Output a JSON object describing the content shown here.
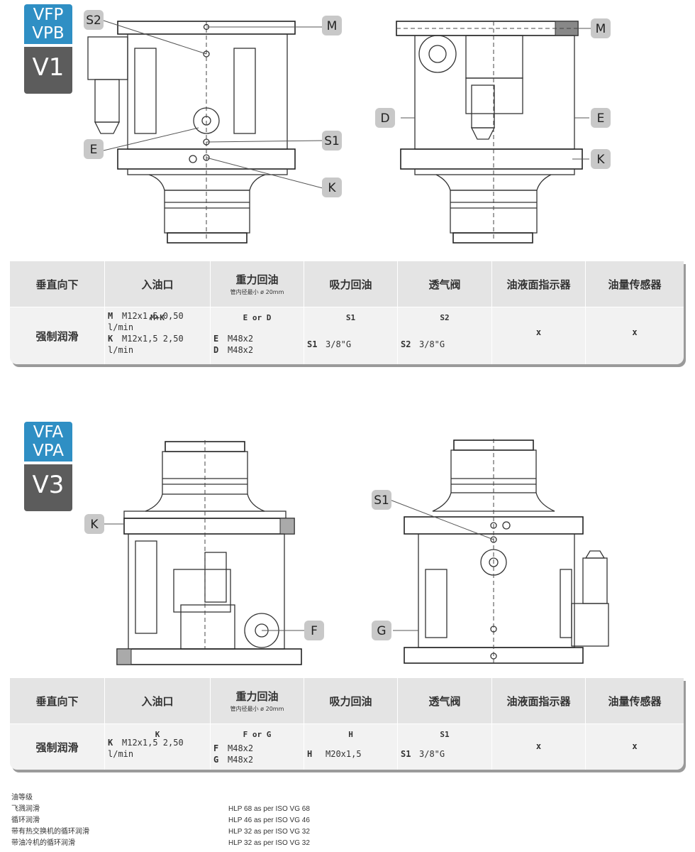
{
  "sections": [
    {
      "badge_top": [
        "VFP",
        "VPB"
      ],
      "badge_bottom": "V1",
      "callouts_left": [
        "S2",
        "M",
        "S1",
        "E",
        "K"
      ],
      "callouts_right": [
        "M",
        "D",
        "E",
        "K"
      ],
      "table": {
        "headers": [
          "垂直向下",
          "入油口",
          "重力回油",
          "吸力回油",
          "透气阀",
          "油液面指示器",
          "油量传感器"
        ],
        "header_note": "管内径最小 ø 20mm",
        "row_label": "强制润滑",
        "inlet_code": "M+K",
        "inlet_lines": [
          [
            "M",
            "M12x1,5 0,50 l/min"
          ],
          [
            "K",
            "M12x1,5 2,50 l/min"
          ]
        ],
        "gravity_code": "E or D",
        "gravity_lines": [
          [
            "E",
            "M48x2"
          ],
          [
            "D",
            "M48x2"
          ]
        ],
        "suction_code": "S1",
        "suction_lines": [
          [
            "S1",
            "3/8\"G"
          ]
        ],
        "vent_code": "S2",
        "vent_lines": [
          [
            "S2",
            "3/8\"G"
          ]
        ],
        "level_indicator": "x",
        "level_sensor": "x"
      }
    },
    {
      "badge_top": [
        "VFA",
        "VPA"
      ],
      "badge_bottom": "V3",
      "callouts_left": [
        "K",
        "F"
      ],
      "callouts_right": [
        "S1",
        "G"
      ],
      "table": {
        "headers": [
          "垂直向下",
          "入油口",
          "重力回油",
          "吸力回油",
          "透气阀",
          "油液面指示器",
          "油量传感器"
        ],
        "header_note": "管内径最小 ø 20mm",
        "row_label": "强制润滑",
        "inlet_code": "K",
        "inlet_lines": [
          [
            "K",
            "M12x1,5 2,50 l/min"
          ]
        ],
        "gravity_code": "F or G",
        "gravity_lines": [
          [
            "F",
            "M48x2"
          ],
          [
            "G",
            "M48x2"
          ]
        ],
        "suction_code": "H",
        "suction_lines": [
          [
            "H",
            "M20x1,5"
          ]
        ],
        "vent_code": "S1",
        "vent_lines": [
          [
            "S1",
            "3/8\"G"
          ]
        ],
        "level_indicator": "x",
        "level_sensor": "x"
      }
    }
  ],
  "oil": {
    "title": "油等级",
    "rows": [
      [
        "飞溅润滑",
        "HLP 68 as per ISO VG 68"
      ],
      [
        "循环润滑",
        "HLP 46 as per ISO VG 46"
      ],
      [
        "带有热交换机的循环润滑",
        "HLP 32 as per ISO VG 32"
      ],
      [
        "带油冷机的循环润滑",
        "HLP 32 as per ISO VG 32"
      ]
    ]
  },
  "colors": {
    "badge_blue": "#2f8fc4",
    "badge_gray": "#5c5c5c",
    "table_bg": "#f2f2f2",
    "header_bg": "#e4e4e4",
    "callout_bg": "#c8c8c8"
  }
}
